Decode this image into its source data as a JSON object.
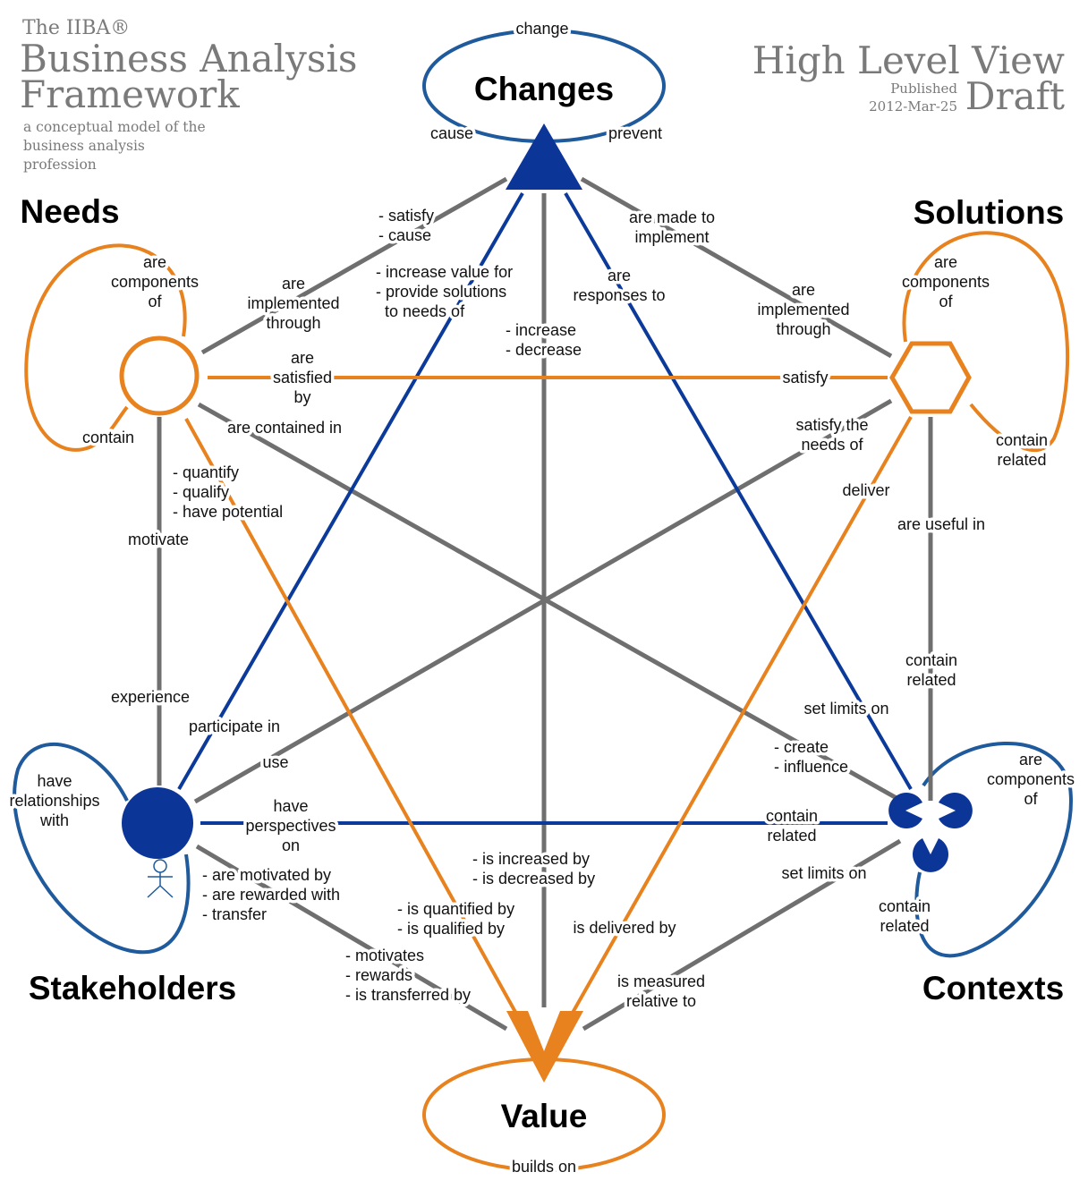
{
  "header": {
    "the_iiba": "The IIBA®",
    "title_line1": "Business Analysis",
    "title_line2": "Framework",
    "subtitle": [
      "a conceptual model of the",
      "business analysis",
      "profession"
    ],
    "view_title": "High Level View",
    "published_label": "Published",
    "published_date": "2012-Mar-25",
    "status": "Draft"
  },
  "nodes": {
    "changes": "Changes",
    "needs": "Needs",
    "solutions": "Solutions",
    "stakeholders": "Stakeholders",
    "contexts": "Contexts",
    "value": "Value"
  },
  "colors": {
    "orange": "#e8821e",
    "blue": "#0b3a9a",
    "gray": "#6f6f6f"
  },
  "labels": {
    "change": [
      "change"
    ],
    "cause": [
      "cause"
    ],
    "prevent": [
      "prevent"
    ],
    "satisfy_cause": [
      "- satisfy",
      "- cause"
    ],
    "made_to_implement": [
      "are made to",
      "implement"
    ],
    "needs_components": [
      "are",
      "components",
      "of"
    ],
    "needs_implemented": [
      "are",
      "implemented",
      "through"
    ],
    "increase_value": [
      "- increase value for",
      "- provide solutions",
      "  to needs of"
    ],
    "responses_to": [
      "are",
      "responses to"
    ],
    "solutions_implemented": [
      "are",
      "implemented",
      "through"
    ],
    "solutions_components": [
      "are",
      "components",
      "of"
    ],
    "increase_decrease": [
      "- increase",
      "- decrease"
    ],
    "satisfied_by": [
      "are",
      "satisfied",
      "by"
    ],
    "satisfy": [
      "satisfy"
    ],
    "contain": [
      "contain"
    ],
    "contained_in": [
      "are contained in"
    ],
    "satisfy_needs": [
      "satisfy the",
      "needs of"
    ],
    "solutions_contain_related": [
      "contain",
      "related"
    ],
    "quantify": [
      "- quantify",
      "- qualify",
      "- have potential"
    ],
    "deliver": [
      "deliver"
    ],
    "useful_in": [
      "are useful in"
    ],
    "motivate": [
      "motivate"
    ],
    "contexts_contain_related_up": [
      "contain",
      "related"
    ],
    "experience": [
      "experience"
    ],
    "set_limits_changes": [
      "set limits on"
    ],
    "participate_in": [
      "participate in"
    ],
    "create_influence": [
      "- create",
      "- influence"
    ],
    "use": [
      "use"
    ],
    "contexts_components": [
      "are",
      "components",
      "of"
    ],
    "relationships": [
      "have",
      "relationships",
      "with"
    ],
    "perspectives": [
      "have",
      "perspectives",
      "on"
    ],
    "contexts_contain_related_left": [
      "contain",
      "related"
    ],
    "increased_by": [
      "- is increased by",
      "- is decreased by"
    ],
    "set_limits_solutions": [
      "set limits on"
    ],
    "motivated_by": [
      "- are motivated by",
      "- are rewarded with",
      "- transfer"
    ],
    "quantified_by": [
      "- is quantified by",
      "- is qualified by"
    ],
    "contexts_contain_related_loop": [
      "contain",
      "related"
    ],
    "delivered_by": [
      "is delivered by"
    ],
    "motivates": [
      "- motivates",
      "- rewards",
      "- is transferred by"
    ],
    "measured_relative": [
      "is measured",
      "relative to"
    ],
    "builds_on": [
      "builds on"
    ]
  }
}
